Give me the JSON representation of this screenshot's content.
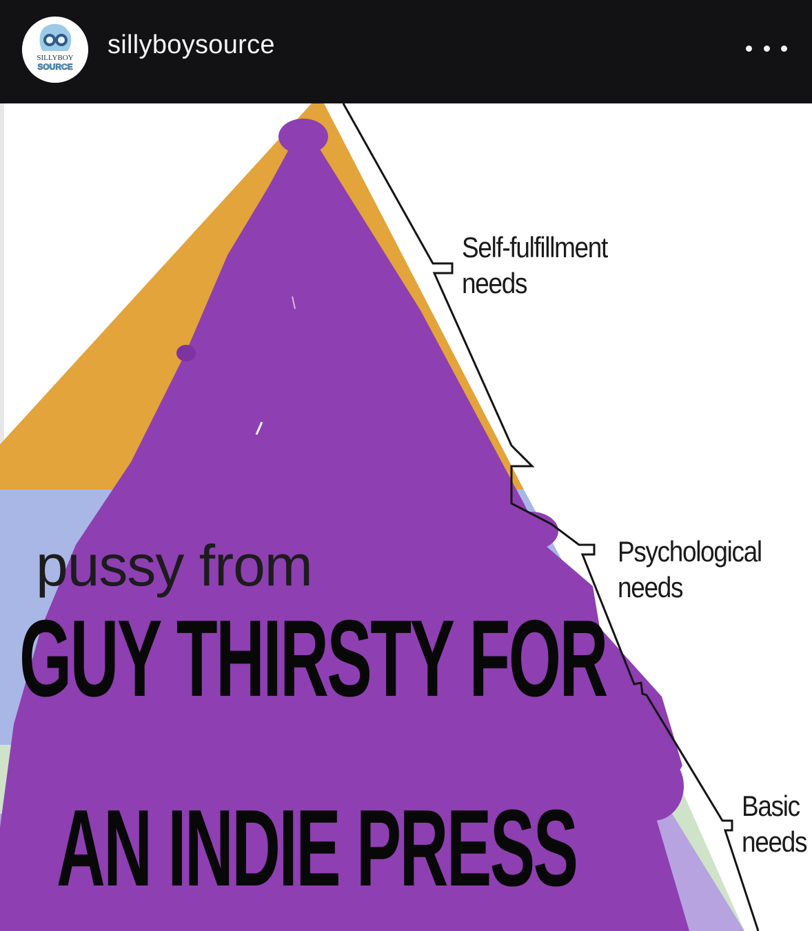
{
  "header": {
    "username": "sillyboysource",
    "avatar_text_top": "SILLYBOY",
    "avatar_text_bottom": "SOURCE"
  },
  "post": {
    "pyramid_labels": [
      [
        "Self-fulfillment",
        "needs"
      ],
      [
        "Psychological",
        "needs"
      ],
      [
        "Basic",
        "needs"
      ]
    ],
    "overlay_text": "pussy from",
    "caption_line1": "GUY THIRSTY FOR",
    "caption_line2": "AN INDIE PRESS"
  },
  "colors": {
    "header_bg": "#121214",
    "purple": "#8e3fb2",
    "orange": "#e3a43b",
    "light_blue": "#a9b7e6",
    "pale_green": "#cfe3c8"
  }
}
